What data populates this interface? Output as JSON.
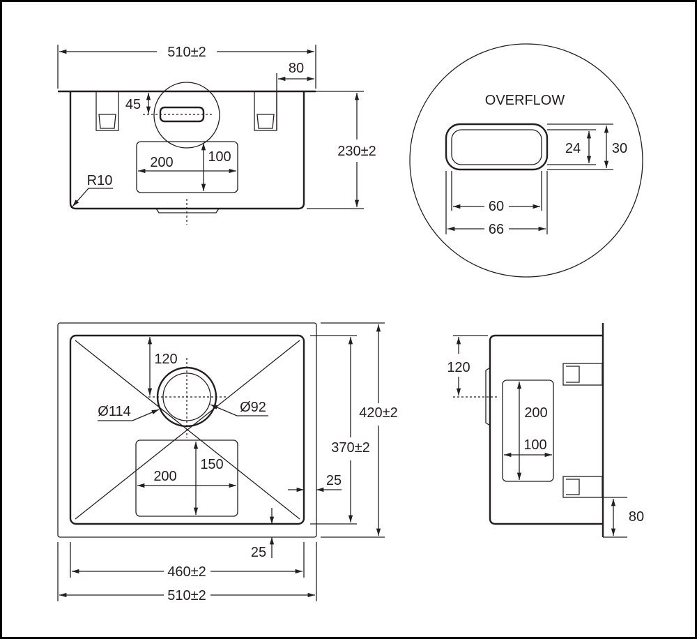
{
  "front_view": {
    "overall_width": "510±2",
    "bracket_offset": "80",
    "overflow_height": "45",
    "waste_width": "200",
    "waste_height": "100",
    "depth": "230±2",
    "corner_radius": "R10"
  },
  "overflow_detail": {
    "title": "OVERFLOW",
    "inner_height": "24",
    "outer_height": "30",
    "inner_width": "60",
    "outer_width": "66"
  },
  "plan_view": {
    "drain_offset": "120",
    "drain_outer_dia": "Ø114",
    "drain_inner_dia": "Ø92",
    "waste_width": "200",
    "waste_height": "150",
    "overall_depth": "420±2",
    "bowl_depth": "370±2",
    "side_flange": "25",
    "bottom_flange": "25",
    "bowl_width": "460±2",
    "overall_width": "510±2"
  },
  "side_view": {
    "drain_offset": "120",
    "waste_height": "200",
    "waste_width": "100",
    "bracket_offset": "80"
  }
}
